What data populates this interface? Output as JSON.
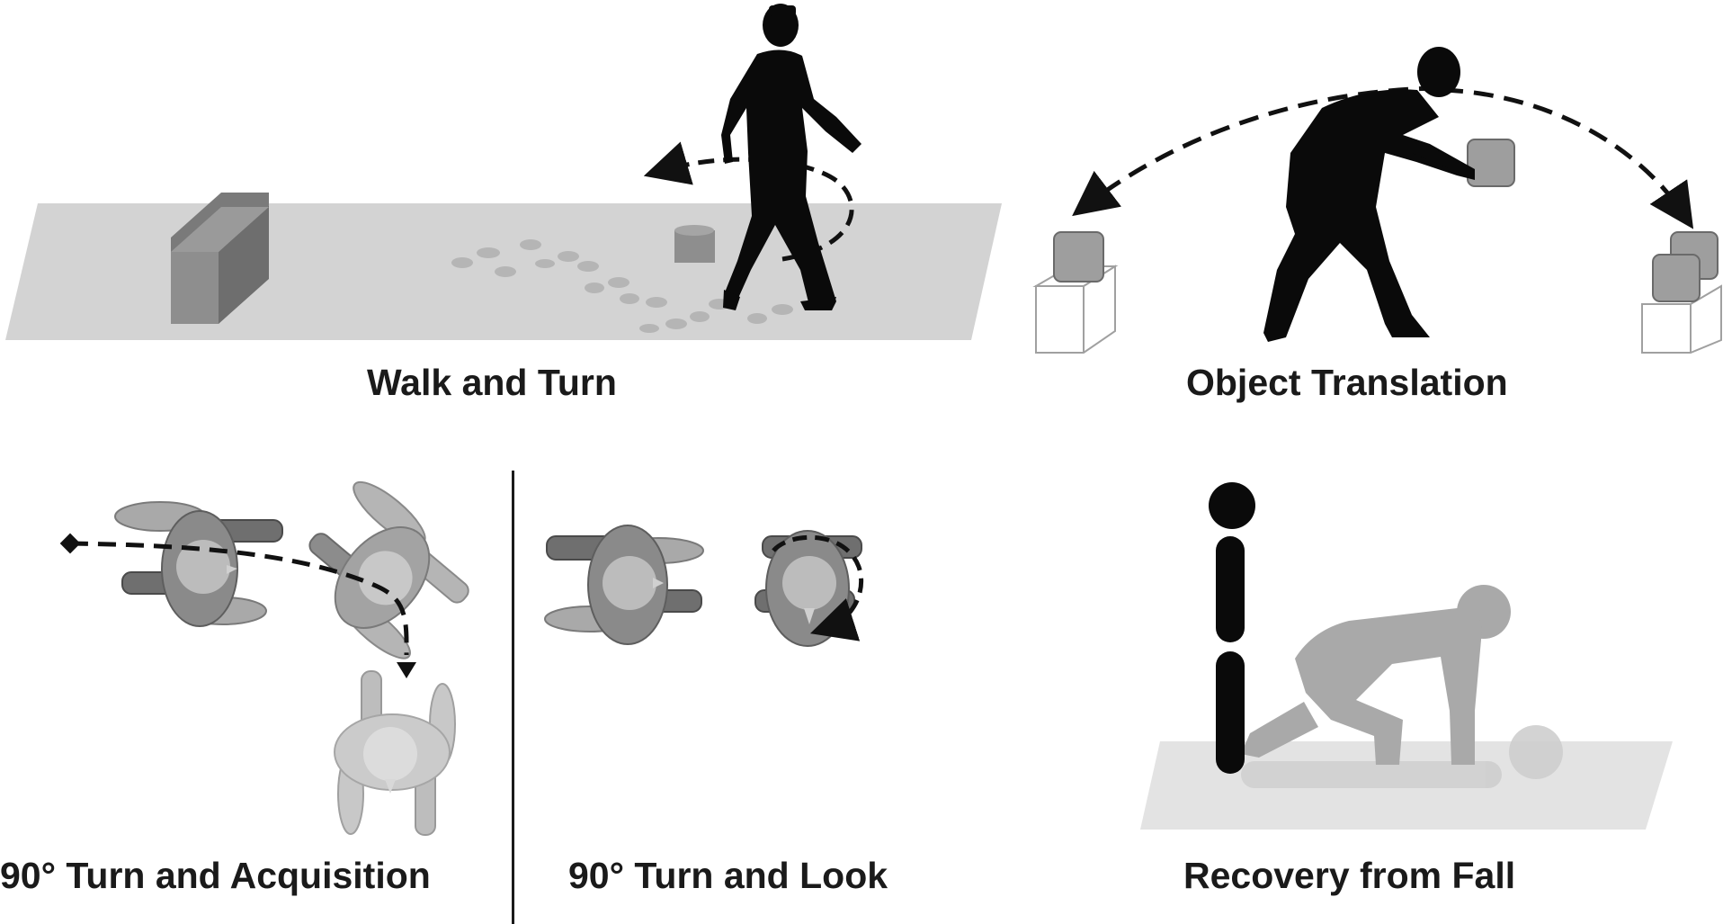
{
  "panels": {
    "walk_turn": {
      "label": "Walk and Turn"
    },
    "object_translation": {
      "label": "Object Translation"
    },
    "turn_acquisition": {
      "label": "90° Turn and Acquisition"
    },
    "turn_look": {
      "label": "90° Turn and Look"
    },
    "fall_recovery": {
      "label": "Recovery from Fall"
    }
  },
  "colors": {
    "floor": "#d3d3d3",
    "floor_light": "#e3e3e3",
    "box": "#8c8c8c",
    "silhouette": "#0a0a0a",
    "figure_gray": "#a9a9a9",
    "cube": "#a0a0a0"
  },
  "icons": [
    "walking-person-icon",
    "bending-person-icon",
    "dashed-arrow-icon",
    "footprints-icon",
    "cube-icon",
    "kneeling-person-icon"
  ]
}
